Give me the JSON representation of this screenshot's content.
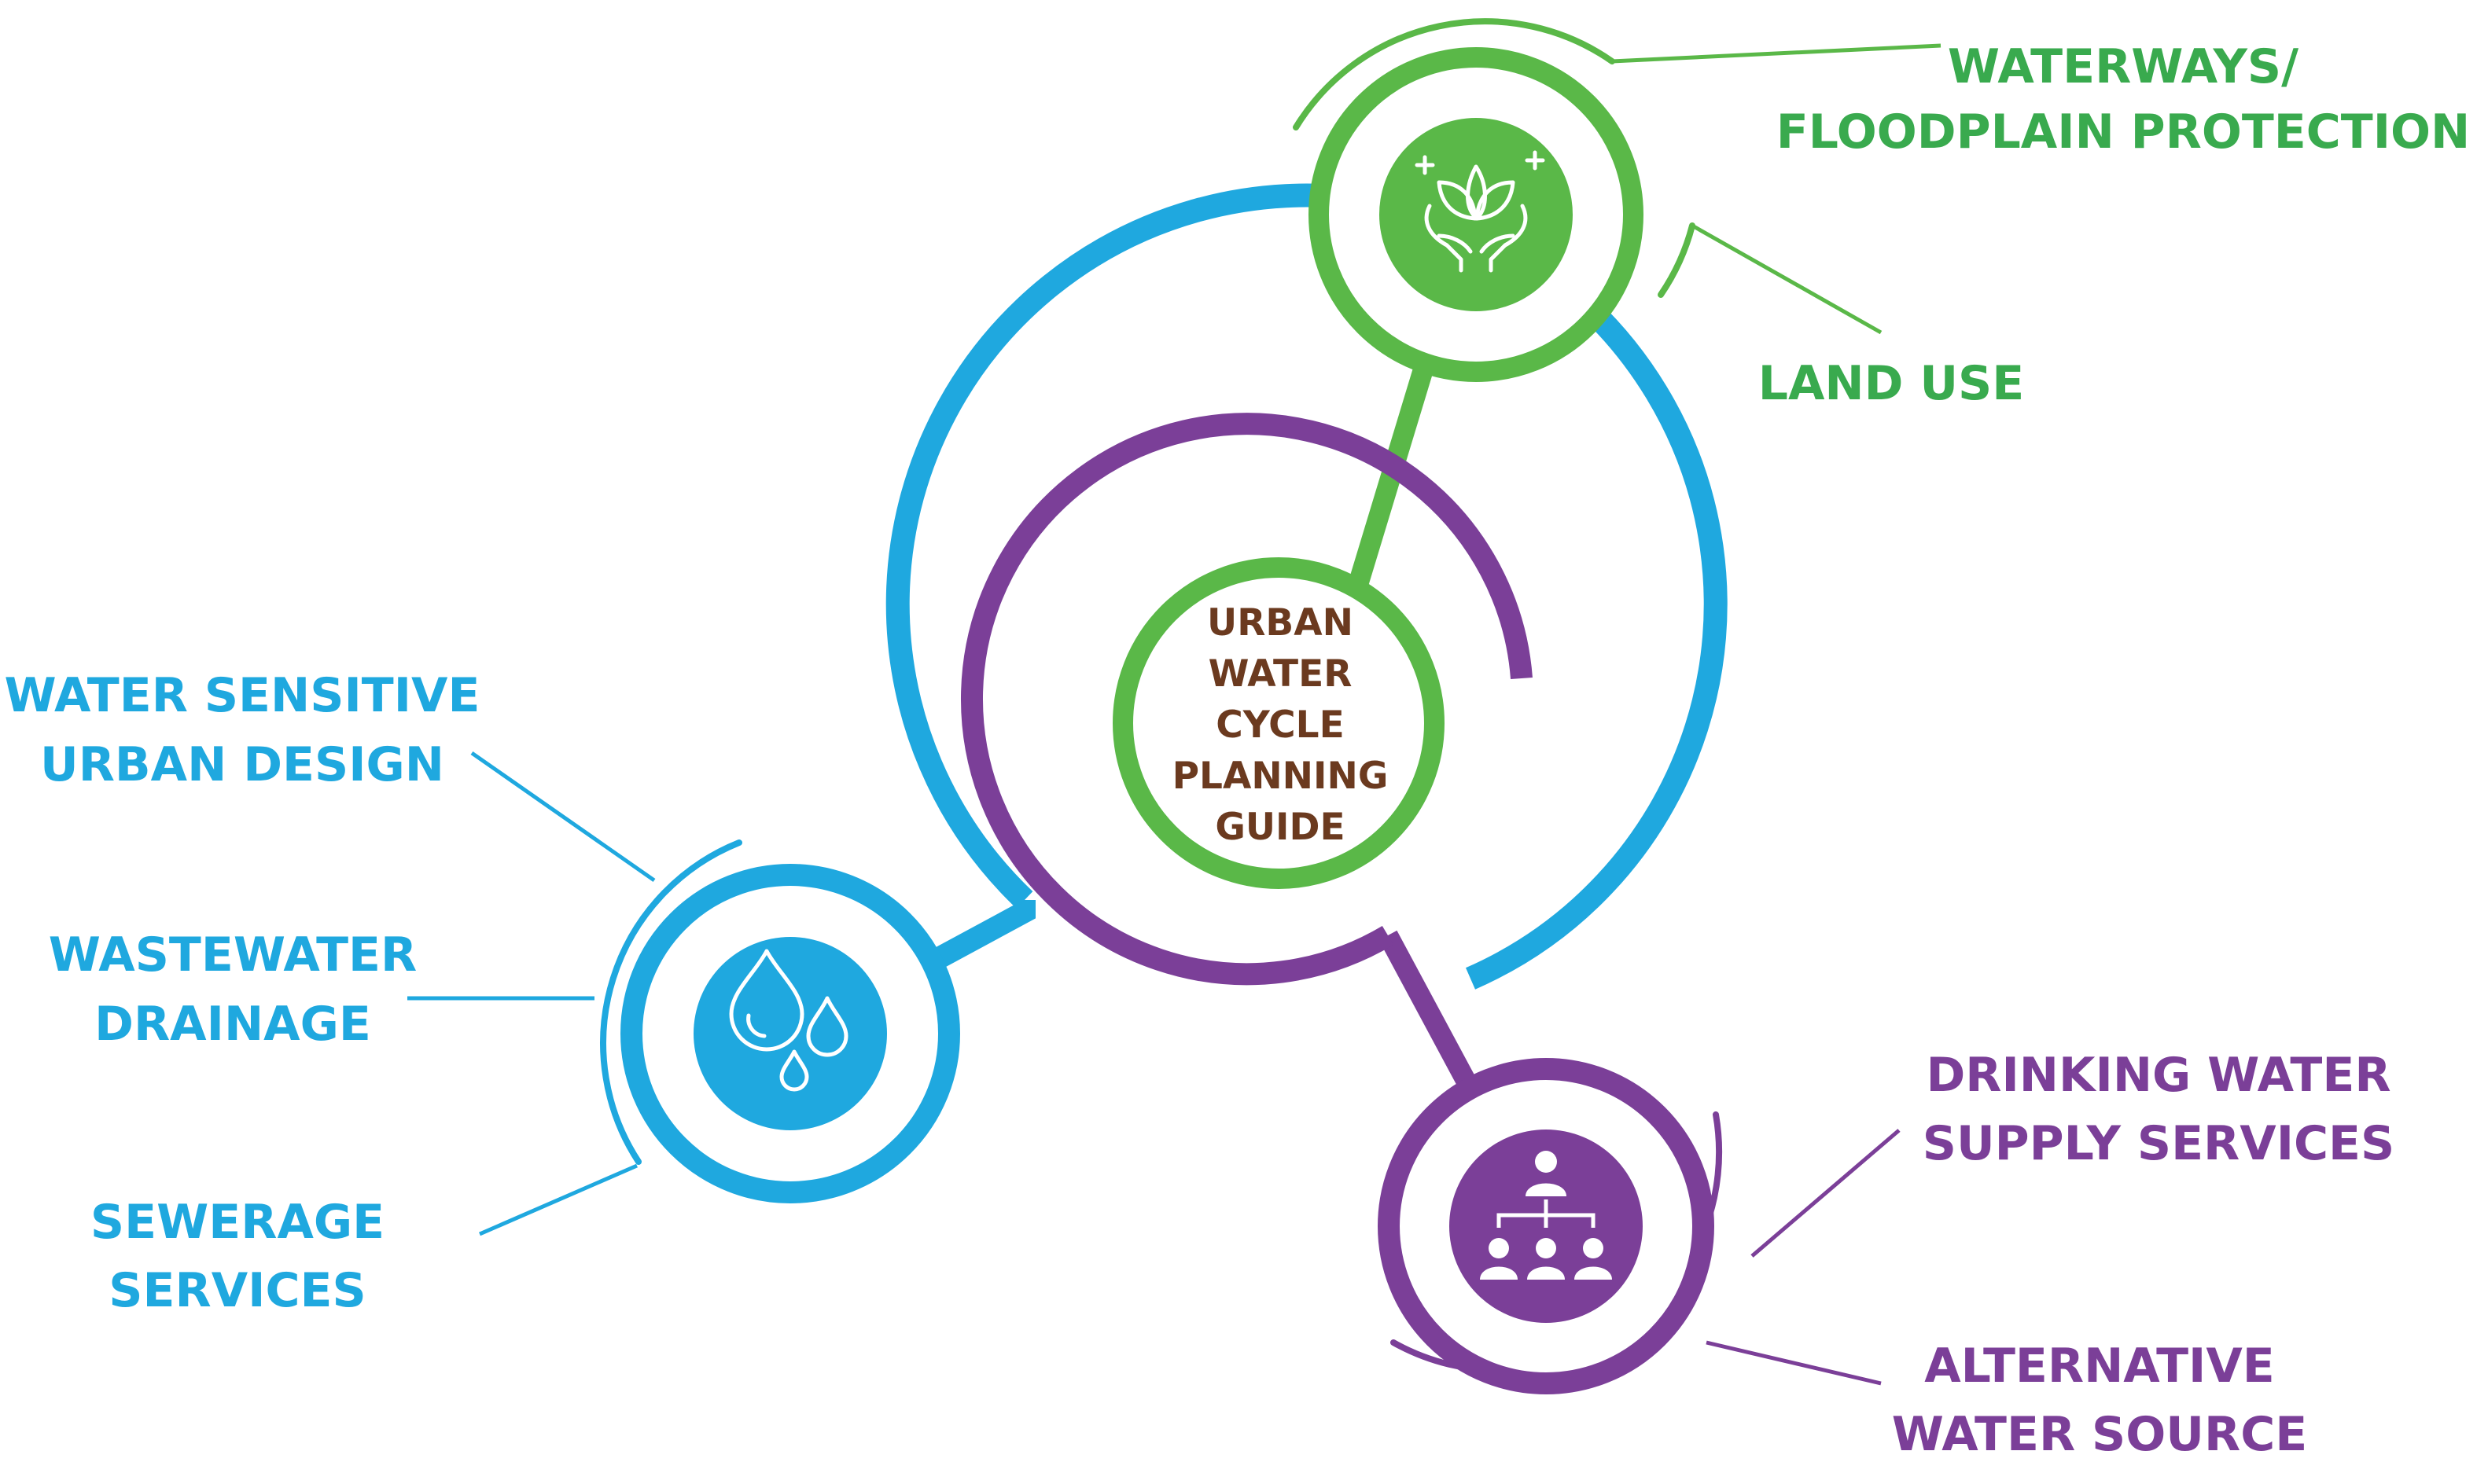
{
  "colors": {
    "green": "#5ab848",
    "green_text": "#39aa4e",
    "blue": "#1fa8df",
    "purple": "#7b3f98",
    "center_text": "#6b3a1f",
    "white": "#ffffff"
  },
  "center": {
    "lines": [
      "URBAN",
      "WATER",
      "CYCLE",
      "PLANNING",
      "GUIDE"
    ]
  },
  "nodes": {
    "environment": {
      "icon": "hands-holding-leaves-icon",
      "labels": {
        "waterways": [
          "WATERWAYS/",
          "FLOODPLAIN PROTECTION"
        ],
        "land_use": [
          "LAND USE"
        ]
      }
    },
    "water": {
      "icon": "water-drops-icon",
      "labels": {
        "wsud": [
          "WATER SENSITIVE",
          "URBAN DESIGN"
        ],
        "wastewater": [
          "WASTEWATER",
          "DRAINAGE"
        ],
        "sewerage": [
          "SEWERAGE",
          "SERVICES"
        ]
      }
    },
    "services": {
      "icon": "organization-hierarchy-icon",
      "labels": {
        "drinking": [
          "DRINKING WATER",
          "SUPPLY SERVICES"
        ],
        "alternative": [
          "ALTERNATIVE",
          "WATER SOURCE"
        ]
      }
    }
  }
}
